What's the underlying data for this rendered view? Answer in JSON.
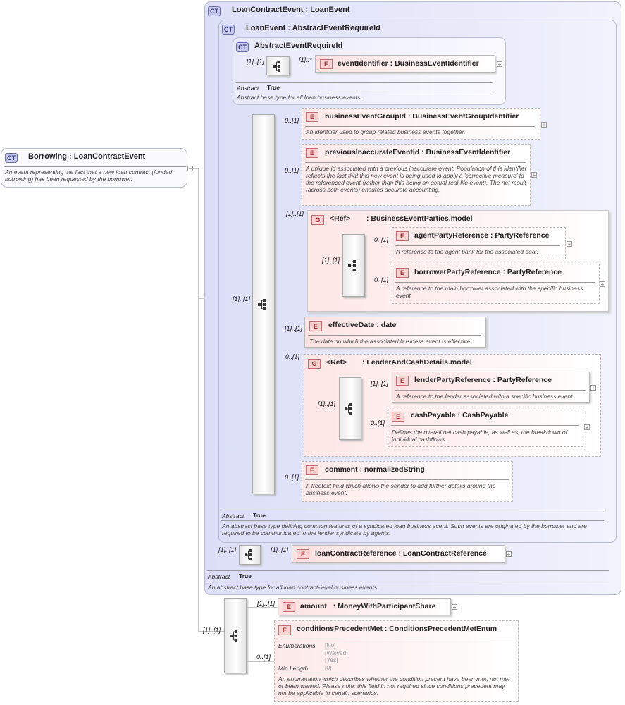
{
  "root": {
    "badge": "CT",
    "title": "Borrowing : LoanContractEvent",
    "description": "An event representing the fact that a new loan contract (funded borrowing) has been requested by the borrower."
  },
  "loanContractEvent": {
    "badge": "CT",
    "title": "LoanContractEvent : LoanEvent",
    "abstract_label": "Abstract",
    "abstract_value": "True",
    "description": "An abstract base type for all loan contract-level business events."
  },
  "loanEvent": {
    "badge": "CT",
    "title": "LoanEvent : AbstractEventRequireId",
    "abstract_label": "Abstract",
    "abstract_value": "True",
    "description": "An abstract base type defining common features of a syndicated loan business event. Such events are originated by the borrower and are required to be communicated to the lender syndicate by agents."
  },
  "abstractEventRequireId": {
    "badge": "CT",
    "title": "AbstractEventRequireId",
    "abstract_label": "Abstract",
    "abstract_value": "True",
    "description": "Abstract base type for all loan business events.",
    "seq_card": "[1]..[1]",
    "eventIdentifier": {
      "badge": "E",
      "title": "eventIdentifier : BusinessEventIdentifier",
      "card": "[1]..*"
    }
  },
  "loanEventSeq": {
    "card": "[1]..[1]"
  },
  "elements": {
    "businessEventGroupId": {
      "badge": "E",
      "card": "0..[1]",
      "title": "businessEventGroupId : BusinessEventGroupIdentifier",
      "description": "An identifier used to group related business events together."
    },
    "previousInaccurateEventId": {
      "badge": "E",
      "card": "0..[1]",
      "title": "previousInaccurateEventId : BusinessEventIdentifier",
      "description": "A unique id associated with a previous inaccurate event. Population of this identifier reflects the fact that this new event is being used to apply a 'corrective measure' to the referenced event (rather than this being an actual real-life event). The net result (across both events) ensures accurate accounting."
    },
    "businessEventParties": {
      "badge": "G",
      "card": "[1]..[1]",
      "ref": "<Ref>",
      "title": ": BusinessEventParties.model",
      "seq_card": "[1]..[1]",
      "agentPartyReference": {
        "badge": "E",
        "card": "0..[1]",
        "title": "agentPartyReference : PartyReference",
        "description": "A reference to the agent bank for the associated deal."
      },
      "borrowerPartyReference": {
        "badge": "E",
        "card": "0..[1]",
        "title": "borrowerPartyReference : PartyReference",
        "description": "A reference to the main borrower associated with the specific business event."
      }
    },
    "effectiveDate": {
      "badge": "E",
      "card": "[1]..[1]",
      "title": "effectiveDate : date",
      "description": "The date on which the associated business event is effective."
    },
    "lenderAndCash": {
      "badge": "G",
      "card": "0..[1]",
      "ref": "<Ref>",
      "title": ": LenderAndCashDetails.model",
      "seq_card": "[1]..[1]",
      "lenderPartyReference": {
        "badge": "E",
        "card": "[1]..[1]",
        "title": "lenderPartyReference : PartyReference",
        "description": "A reference to the lender associated with a specific business event."
      },
      "cashPayable": {
        "badge": "E",
        "card": "0..[1]",
        "title": "cashPayable : CashPayable",
        "description": "Defines the overall net cash payable, as well as, the breakdown of individual cashflows."
      }
    },
    "comment": {
      "badge": "E",
      "card": "0..[1]",
      "title": "comment : normalizedString",
      "description": "A freetext field which allows the sender to add further details around the business event."
    }
  },
  "loanContractReference": {
    "seq_card": "[1]..[1]",
    "badge": "E",
    "card": "[1]..[1]",
    "title": "loanContractReference : LoanContractReference"
  },
  "borrowingSeq": {
    "card": "[1]..[1]"
  },
  "amount": {
    "badge": "E",
    "card": "[1]..[1]",
    "title": "amount   : MoneyWithParticipantShare"
  },
  "conditionsPrecedentMet": {
    "badge": "E",
    "card": "0..[1]",
    "title": "conditionsPrecedentMet : ConditionsPrecedentMetEnum",
    "enum_label": "Enumerations",
    "enumerations": [
      "[No]",
      "[Waived]",
      "[Yes]"
    ],
    "minlength_label": "Min Length",
    "minlength_value": "[0]",
    "description": "An enumeration which describes whether the condition precent have been met, not met or been waived. Please note: this field in not required since conditions precedent may not be applicable in certain scenarios."
  },
  "icons": {
    "sequence": "sequence-compositor-icon",
    "expand": "expand-plus-icon"
  }
}
